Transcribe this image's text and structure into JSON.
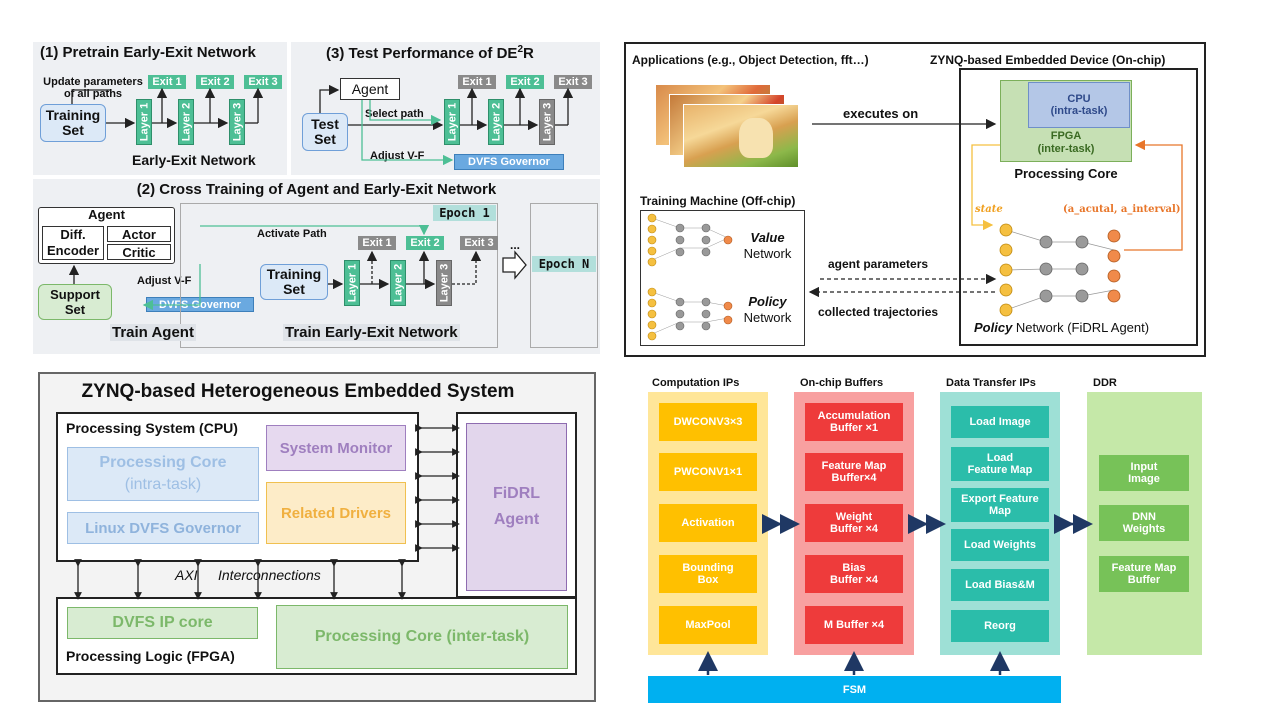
{
  "p1": {
    "title": "(1) Pretrain Early-Exit Network",
    "update_note": "Update parameters of all paths",
    "training_set": "Training Set",
    "layers": [
      "Layer 1",
      "Layer 2",
      "Layer 3"
    ],
    "exits": [
      "Exit 1",
      "Exit 2",
      "Exit 3"
    ],
    "caption": "Early-Exit Network"
  },
  "p3": {
    "title": "(3) Test Performance of DE",
    "title_sup": "2",
    "title_tail": "R",
    "agent": "Agent",
    "test_set": "Test Set",
    "select_path": "Select path",
    "adjust_vf": "Adjust V-F",
    "dvfs": "DVFS Governor",
    "layers": [
      "Layer 1",
      "Layer 2",
      "Layer 3"
    ],
    "exits": [
      "Exit 1",
      "Exit 2",
      "Exit 3"
    ]
  },
  "p2": {
    "title": "(2) Cross Training of Agent and Early-Exit Network",
    "agent": "Agent",
    "diff_encoder": "Diff. Encoder",
    "actor": "Actor",
    "critic": "Critic",
    "support_set": "Support Set",
    "adjust_vf": "Adjust V-F",
    "dvfs": "DVFS Governor",
    "activate_path": "Activate Path",
    "epoch1": "Epoch 1",
    "epochN": "Epoch N",
    "ellipsis": "...",
    "training_set": "Training Set",
    "layers": [
      "Layer 1",
      "Layer 2",
      "Layer 3"
    ],
    "exits": [
      "Exit 1",
      "Exit 2",
      "Exit 3"
    ],
    "train_agent": "Train Agent",
    "train_ee": "Train Early-Exit Network"
  },
  "tr": {
    "apps": "Applications (e.g., Object Detection, fft…)",
    "zynq_device": "ZYNQ-based Embedded Device (On-chip)",
    "executes_on": "executes on",
    "cpu": "CPU",
    "cpu_sub": "(intra-task)",
    "fpga": "FPGA",
    "fpga_sub": "(inter-task)",
    "processing_core": "Processing Core",
    "training_machine": "Training Machine (Off-chip)",
    "value": "Value",
    "policy": "Policy",
    "network": "Network",
    "state": "state",
    "action": "(a_acutal, a_interval)",
    "agent_params": "agent parameters",
    "collected": "collected trajectories",
    "policy_net_em": "Policy",
    "policy_net_rest": " Network (FiDRL Agent)"
  },
  "bl": {
    "title": "ZYNQ-based Heterogeneous Embedded System",
    "ps": "Processing System (CPU)",
    "pc": "Processing Core",
    "pc_sub": "(intra-task)",
    "linux_dvfs": "Linux DVFS Governor",
    "sys_mon": "System Monitor",
    "drivers": "Related Drivers",
    "fidrl": "FiDRL",
    "fidrl2": "Agent",
    "axi": "AXI",
    "interconnect": "Interconnections",
    "dvfs_ip": "DVFS IP core",
    "pl": "Processing Logic (FPGA)",
    "pc_inter": "Processing Core (inter-task)"
  },
  "br": {
    "headers": [
      "Computation IPs",
      "On-chip Buffers",
      "Data Transfer IPs",
      "DDR"
    ],
    "comp": [
      "DWCONV3×3",
      "PWCONV1×1",
      "Activation",
      "Bounding Box",
      "MaxPool"
    ],
    "buf": [
      "Accumulation Buffer ×1",
      "Feature Map Buffer×4",
      "Weight Buffer ×4",
      "Bias Buffer ×4",
      "M Buffer ×4"
    ],
    "xfer": [
      "Load Image",
      "Load Feature Map",
      "Export Feature Map",
      "Load Weights",
      "Load Bias&M",
      "Reorg"
    ],
    "ddr": [
      "Input Image",
      "DNN Weights",
      "Feature Map Buffer"
    ],
    "fsm": "FSM"
  },
  "colors": {
    "layer_green": "#4dbf95",
    "grey": "#8a8a8a",
    "dvfs_blue": "#6aa9e0",
    "orange": "#ffc000",
    "red": "#ee3b3b",
    "teal": "#2bbdaa",
    "green": "#77c258",
    "fsm_blue": "#00b0f0"
  }
}
